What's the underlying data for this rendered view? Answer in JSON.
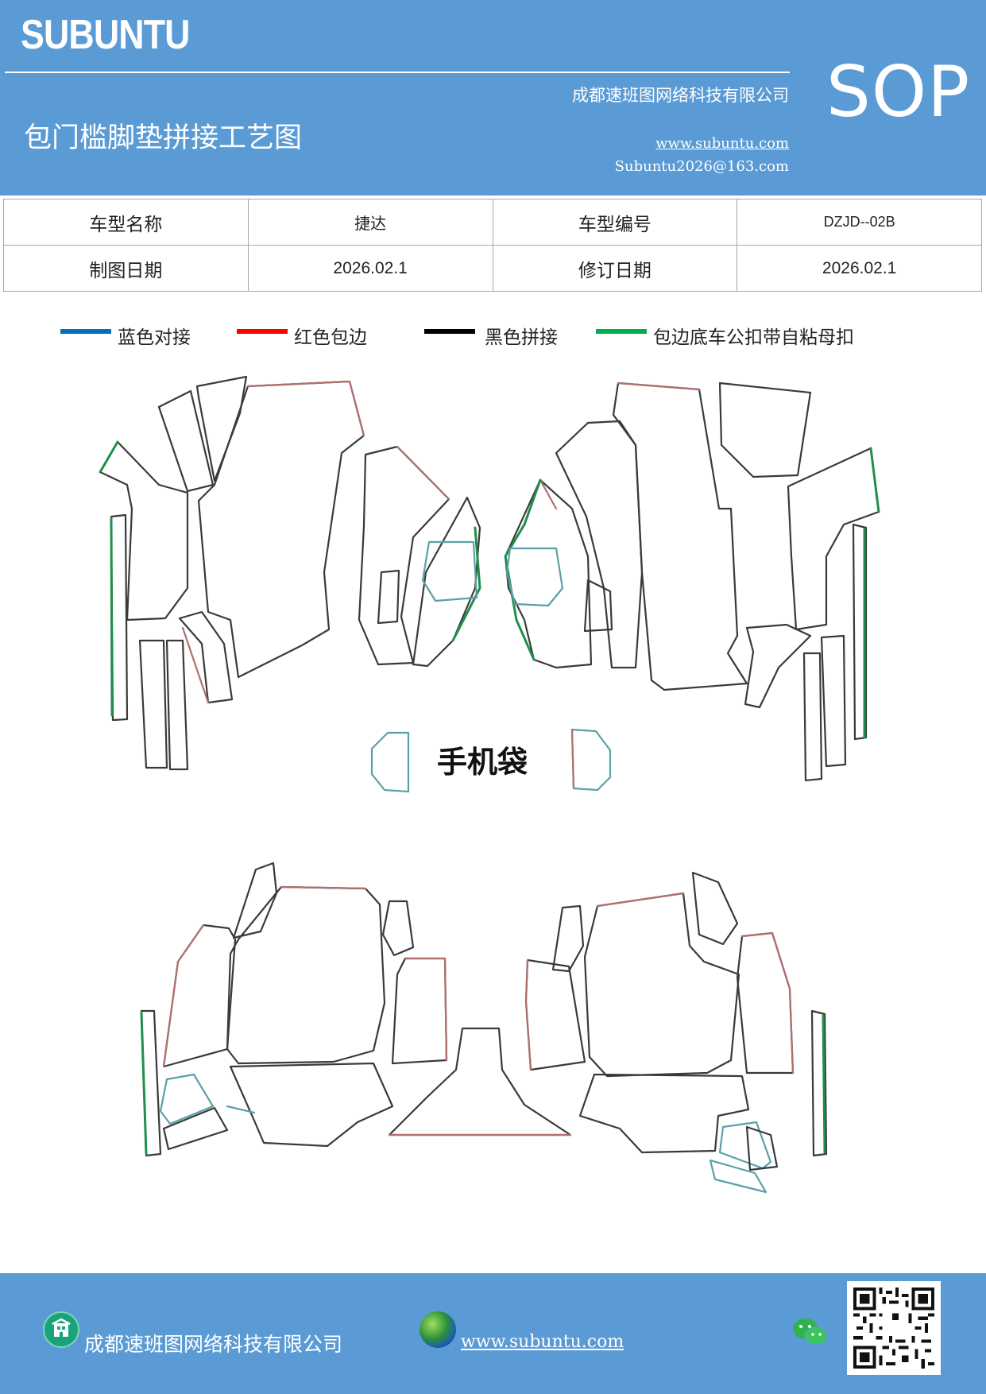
{
  "header": {
    "brand": "SUBUNTU",
    "company": "成都速班图网络科技有限公司",
    "title": "包门槛脚垫拼接工艺图",
    "website": "www.subuntu.com",
    "email": "Subuntu2026@163.com",
    "badge": "SOP"
  },
  "info": {
    "model_name_label": "车型名称",
    "model_name": "捷达",
    "model_code_label": "车型编号",
    "model_code": "DZJD--02B",
    "draw_date_label": "制图日期",
    "draw_date": "2026.02.1",
    "revise_date_label": "修订日期",
    "revise_date": "2026.02.1"
  },
  "legend": [
    {
      "label": "蓝色对接",
      "color": "#0070c0"
    },
    {
      "label": "红色包边",
      "color": "#ff0000"
    },
    {
      "label": "黑色拼接",
      "color": "#000000"
    },
    {
      "label": "包边底车公扣带自粘母扣",
      "color": "#00b050"
    }
  ],
  "drawing": {
    "phone_bag_label": "手机袋",
    "stroke_colors": {
      "black": "#3a3a3a",
      "red": "#b07070",
      "green": "#1f8f4a",
      "blue": "#5aa0a8"
    }
  },
  "footer": {
    "company": "成都速班图网络科技有限公司",
    "website": "www.subuntu.com",
    "company_icon": "building-icon",
    "web_icon": "globe-icon",
    "wechat_icon": "wechat-icon",
    "qr_icon": "qr-code"
  }
}
